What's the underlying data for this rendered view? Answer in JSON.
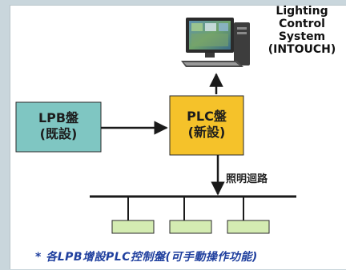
{
  "lpb_box": {
    "line1": "LPB盤",
    "line2": "(既設)"
  },
  "plc_box": {
    "line1": "PLC盤",
    "line2": "(新設)"
  },
  "system": {
    "line1": "Lighting",
    "line2": "Control",
    "line3": "System",
    "line4": "(INTOUCH)"
  },
  "bus_label": "照明迴路",
  "footnote": "* 各LPB增設PLC控制盤(可手動操作功能)",
  "colors": {
    "lpb_fill": "#7fc6c2",
    "plc_fill": "#f5c22a",
    "terminal_fill": "#d4ecb2",
    "line": "#1a1a1a",
    "footnote": "#1f3f9e"
  }
}
